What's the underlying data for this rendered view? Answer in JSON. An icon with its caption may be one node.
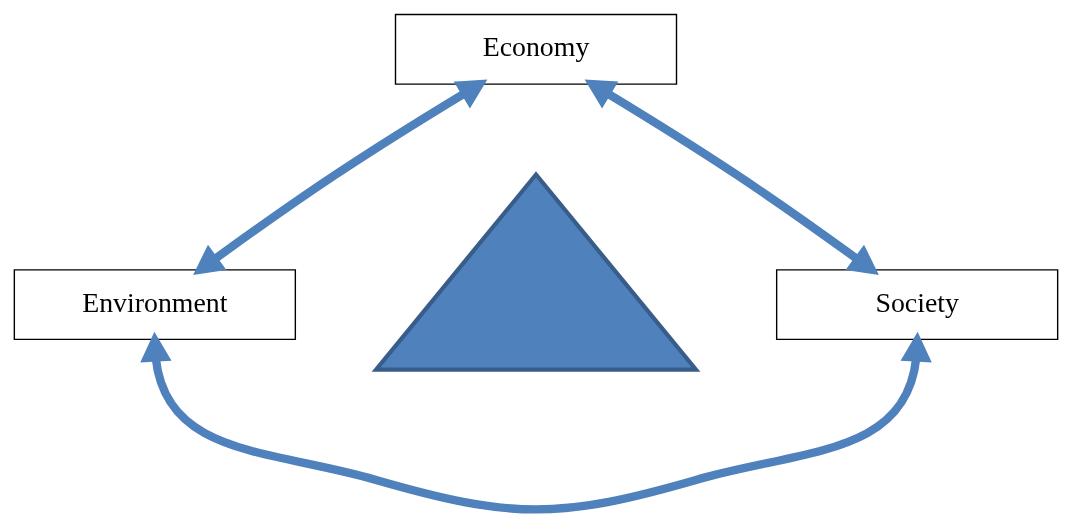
{
  "diagram": {
    "nodes": [
      {
        "text": [
          "Economy"
        ]
      },
      {
        "text": [
          "Environment"
        ]
      },
      {
        "text": [],
        "shape": "triangle"
      },
      {
        "text": [
          "Society"
        ]
      }
    ],
    "edges": [
      {
        "from": 1,
        "to": 0,
        "arrow": "both"
      },
      {
        "from": 0,
        "to": 3,
        "arrow": "both"
      },
      {
        "from": 1,
        "to": 3,
        "arrow": "both"
      }
    ]
  }
}
